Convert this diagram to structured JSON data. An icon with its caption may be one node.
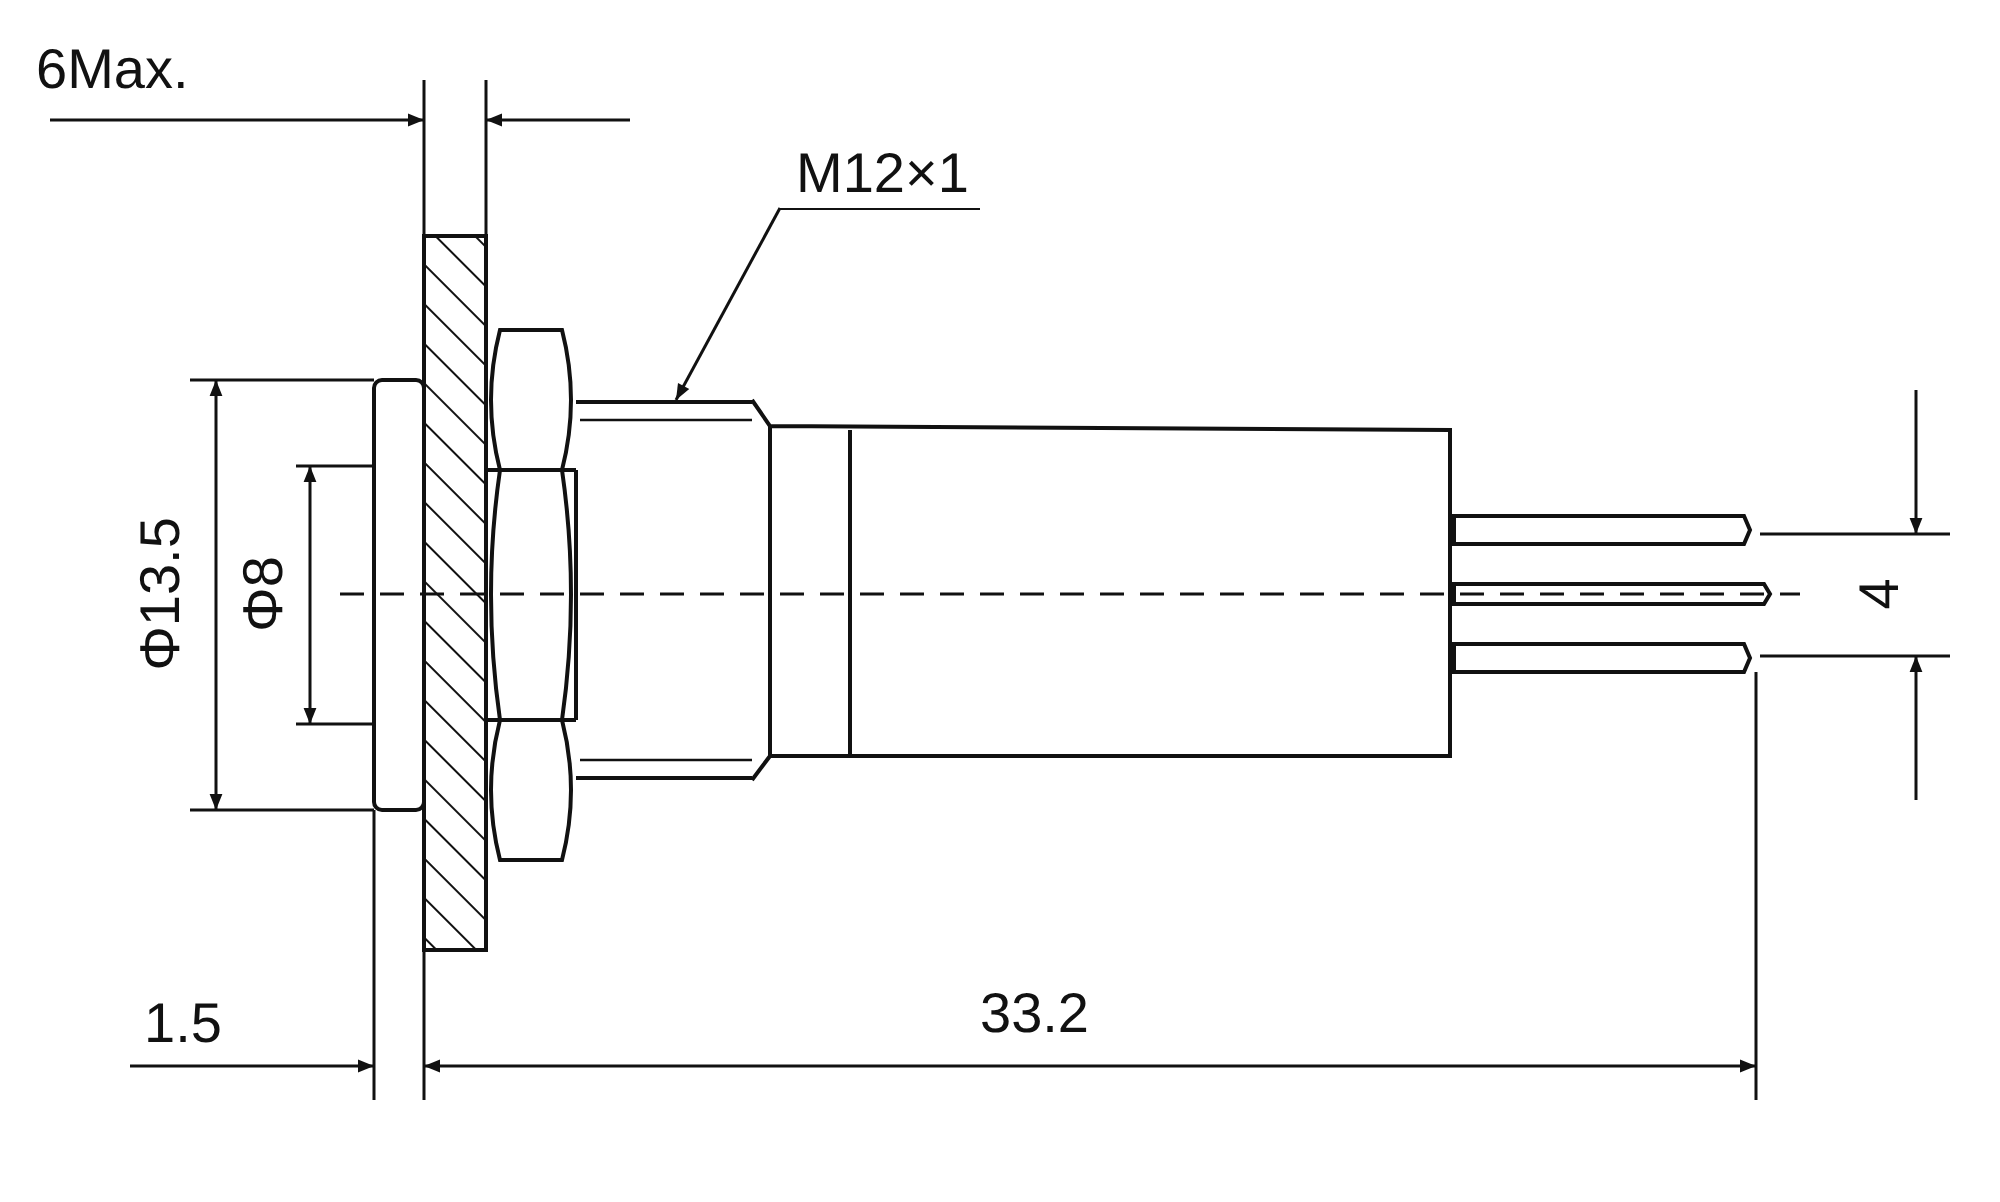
{
  "diagram": {
    "nodes": [
      {
        "text": [
          "M12×1"
        ]
      },
      {
        "text": [],
        "shape": "box"
      }
    ],
    "edges": [
      {
        "from": 0,
        "to": 1,
        "arrow": "to"
      }
    ],
    "labels": [
      "6Max.",
      "Φ13.5",
      "Φ8",
      "4",
      "1.5",
      "33.2"
    ]
  }
}
